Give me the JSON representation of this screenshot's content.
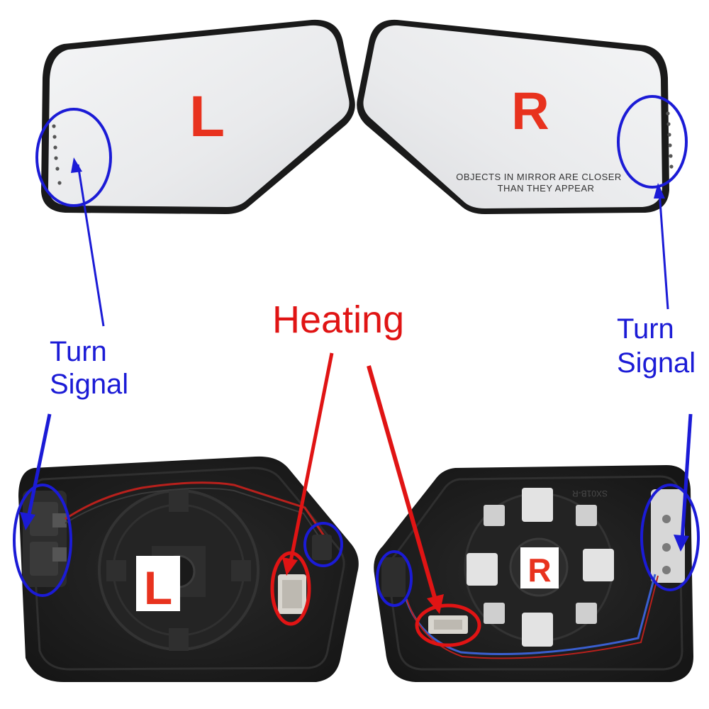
{
  "top_left_glass": {
    "letter": "L"
  },
  "top_right_glass": {
    "letter": "R",
    "warning_line1": "OBJECTS IN MIRROR ARE CLOSER",
    "warning_line2": "THAN THEY APPEAR"
  },
  "labels": {
    "turn_signal_left_line1": "Turn",
    "turn_signal_left_line2": "Signal",
    "turn_signal_right_line1": "Turn",
    "turn_signal_right_line2": "Signal",
    "heating": "Heating"
  },
  "back_left": {
    "letter": "L"
  },
  "back_right": {
    "letter": "R",
    "part_code": "SX01B-R"
  },
  "colors": {
    "callout_blue": "#1b1bd6",
    "callout_red": "#e01414",
    "letter_red": "#e8321e",
    "backing_black": "#1c1c1c"
  }
}
